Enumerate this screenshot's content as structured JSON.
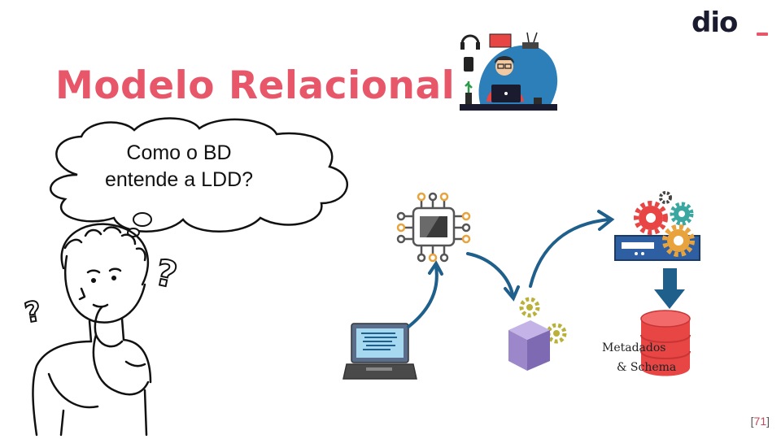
{
  "slide": {
    "title": "Modelo Relacional",
    "logo_text": "dio",
    "thought_line1": "Como o BD",
    "thought_line2": "entende a LDD?",
    "db_caption_line1": "Metadados",
    "db_caption_line2": "& Schema",
    "page_open": "[",
    "page_number": "71",
    "page_close": "]"
  },
  "colors": {
    "title": "#e8566a",
    "accent_blue": "#1f5f8b",
    "db_red": "#e84545",
    "cube_purple": "#9b87c9"
  },
  "icons": [
    "developer-illustration",
    "thinking-person",
    "question-mark-icon",
    "laptop-icon",
    "cpu-chip-icon",
    "gears-cube-icon",
    "server-gears-icon",
    "database-icon",
    "arrow-down-icon"
  ]
}
